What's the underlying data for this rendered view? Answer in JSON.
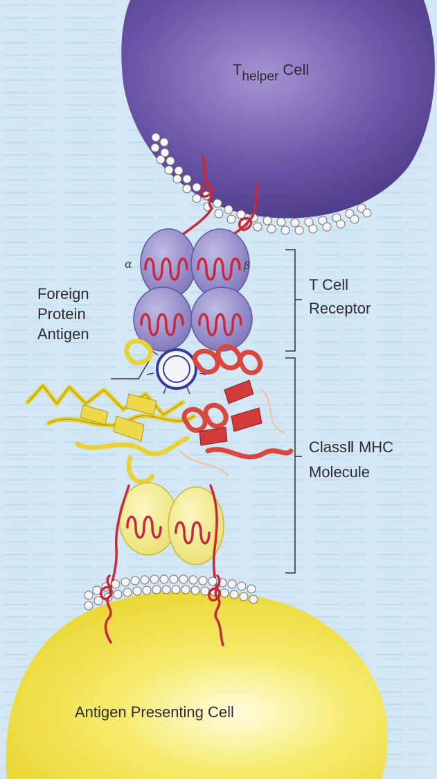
{
  "labels": {
    "t_cell_prefix": "T",
    "t_cell_subscript": "helper",
    "t_cell_suffix": " Cell",
    "alpha": "α",
    "beta": "β",
    "tcr_line1": "T Cell",
    "tcr_line2": "Receptor",
    "antigen_line1": "Foreign",
    "antigen_line2": "Protein",
    "antigen_line3": "Antigen",
    "mhc_line1": "ClassⅡ MHC",
    "mhc_line2": "Molecule",
    "apc": "Antigen Presenting Cell"
  },
  "colors": {
    "background": "#cfe6f3",
    "t_cell": "#6b55a6",
    "apc": "#f2e24a",
    "membrane_bead": "#f6f6f6",
    "receptor_domain": "#8f86c6",
    "peptide_chain": "#c8283a",
    "mhc_alpha": "#e8d23a",
    "mhc_beta": "#d9473f",
    "antigen_ring": "#3a3a9a"
  }
}
